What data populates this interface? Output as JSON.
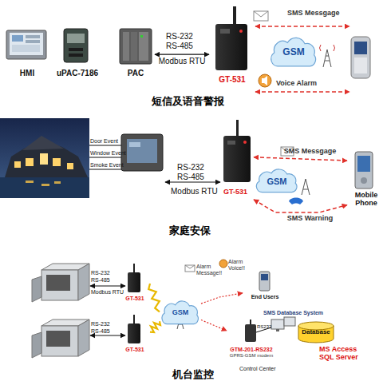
{
  "diagram": {
    "nodes": [
      {
        "text": [
          "HMI"
        ]
      },
      {
        "text": [
          "uPAC-7186"
        ]
      },
      {
        "text": [
          "PAC"
        ]
      },
      {
        "text": [
          "GT-531"
        ]
      },
      {
        "text": [
          "GSM"
        ]
      },
      {
        "text": [
          "GT-531"
        ]
      },
      {
        "text": [
          "GSM"
        ]
      },
      {
        "text": [
          "Mobile Phone"
        ]
      },
      {
        "text": [
          "GT-531"
        ]
      },
      {
        "text": [
          "GT-531"
        ]
      },
      {
        "text": [
          "GSM"
        ]
      },
      {
        "text": [
          "End Users"
        ]
      },
      {
        "text": [
          "GTM-201-RS232",
          "GPRS-GSM modem"
        ]
      },
      {
        "text": [
          "Database"
        ]
      }
    ],
    "edges": [
      {
        "from": 2,
        "to": 3,
        "arrow": "both",
        "label": "Modbus RTU"
      },
      {
        "from": 5,
        "to": 7,
        "arrow": "both",
        "label": "SMS Messgage"
      },
      {
        "from": 5,
        "to": 7,
        "arrow": "both",
        "label": "SMS Warning"
      },
      {
        "from": 8,
        "to": 10,
        "arrow": "none"
      },
      {
        "from": 9,
        "to": 10,
        "arrow": "none"
      },
      {
        "from": 10,
        "to": 11,
        "arrow": "to"
      },
      {
        "from": 10,
        "to": 12,
        "arrow": "to"
      }
    ],
    "labels": [
      "RS-232",
      "RS-485",
      "SMS Messgage",
      "Voice Alarm",
      "短信及语音警报",
      "Door Event",
      "Window Event",
      "Smoke Event",
      "RS-232",
      "RS-485",
      "Modbus RTU",
      "家庭安保",
      "RS-232",
      "RS-485",
      "Modbus RTU",
      "RS-232",
      "RS-485",
      "Alarm Message!!",
      "Alarm Voice!!",
      "SMS Database System",
      "RS232",
      "Control Center",
      "MS Access SQL Server",
      "机台监控"
    ]
  }
}
